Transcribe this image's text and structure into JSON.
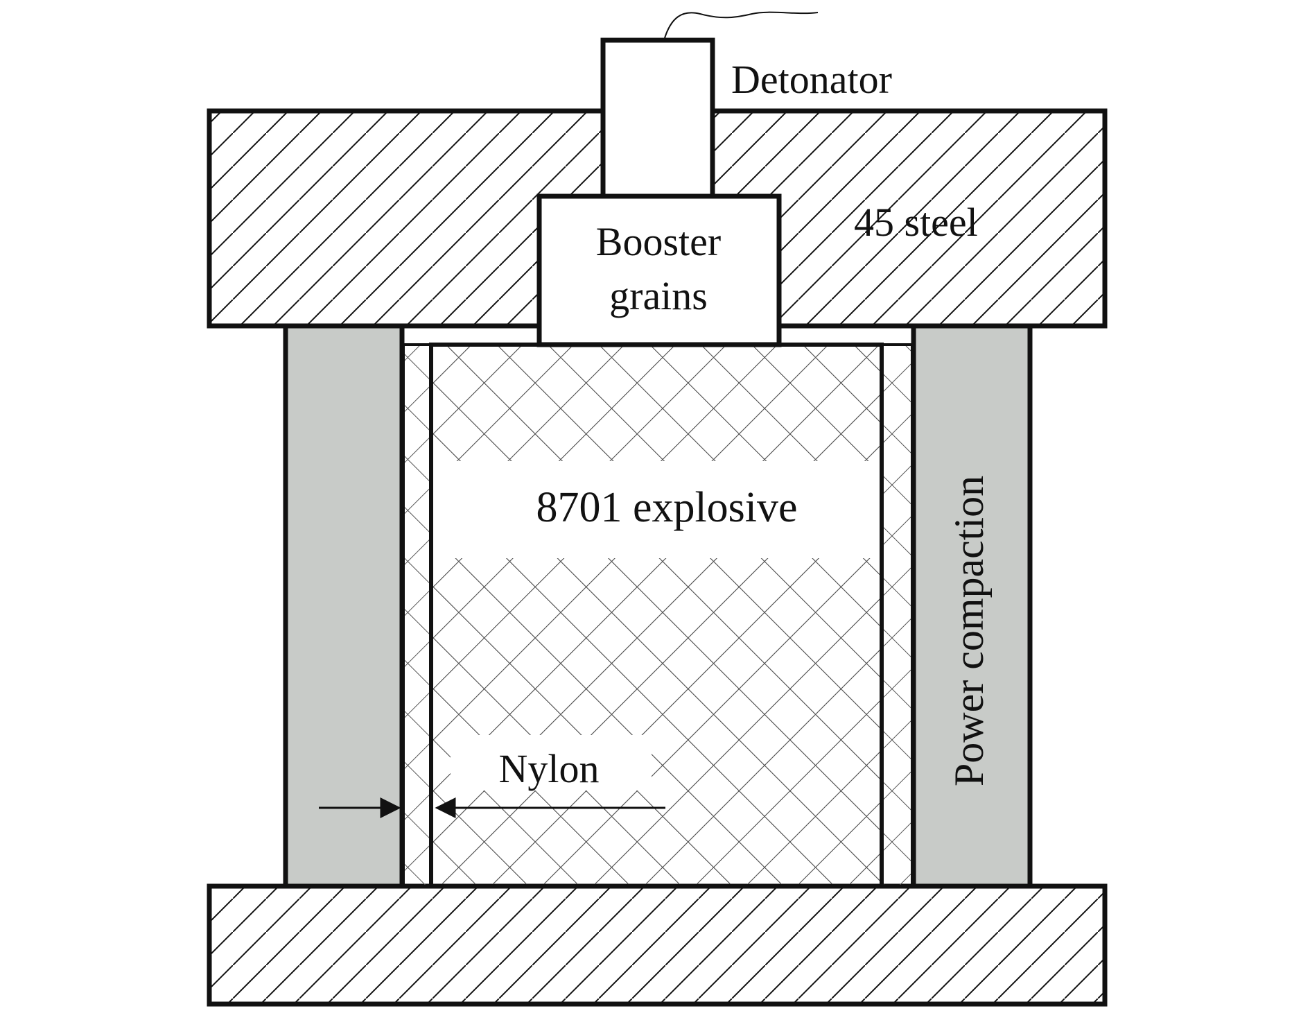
{
  "labels": {
    "detonator": "Detonator",
    "steel": "45 steel",
    "booster_line1": "Booster",
    "booster_line2": "grains",
    "explosive": "8701 explosive",
    "nylon": "Nylon",
    "powder": "Power compaction"
  },
  "colors": {
    "stroke": "#111111",
    "powder_fill": "#c8cbc8",
    "mesh": "#555555",
    "background": "#ffffff"
  }
}
